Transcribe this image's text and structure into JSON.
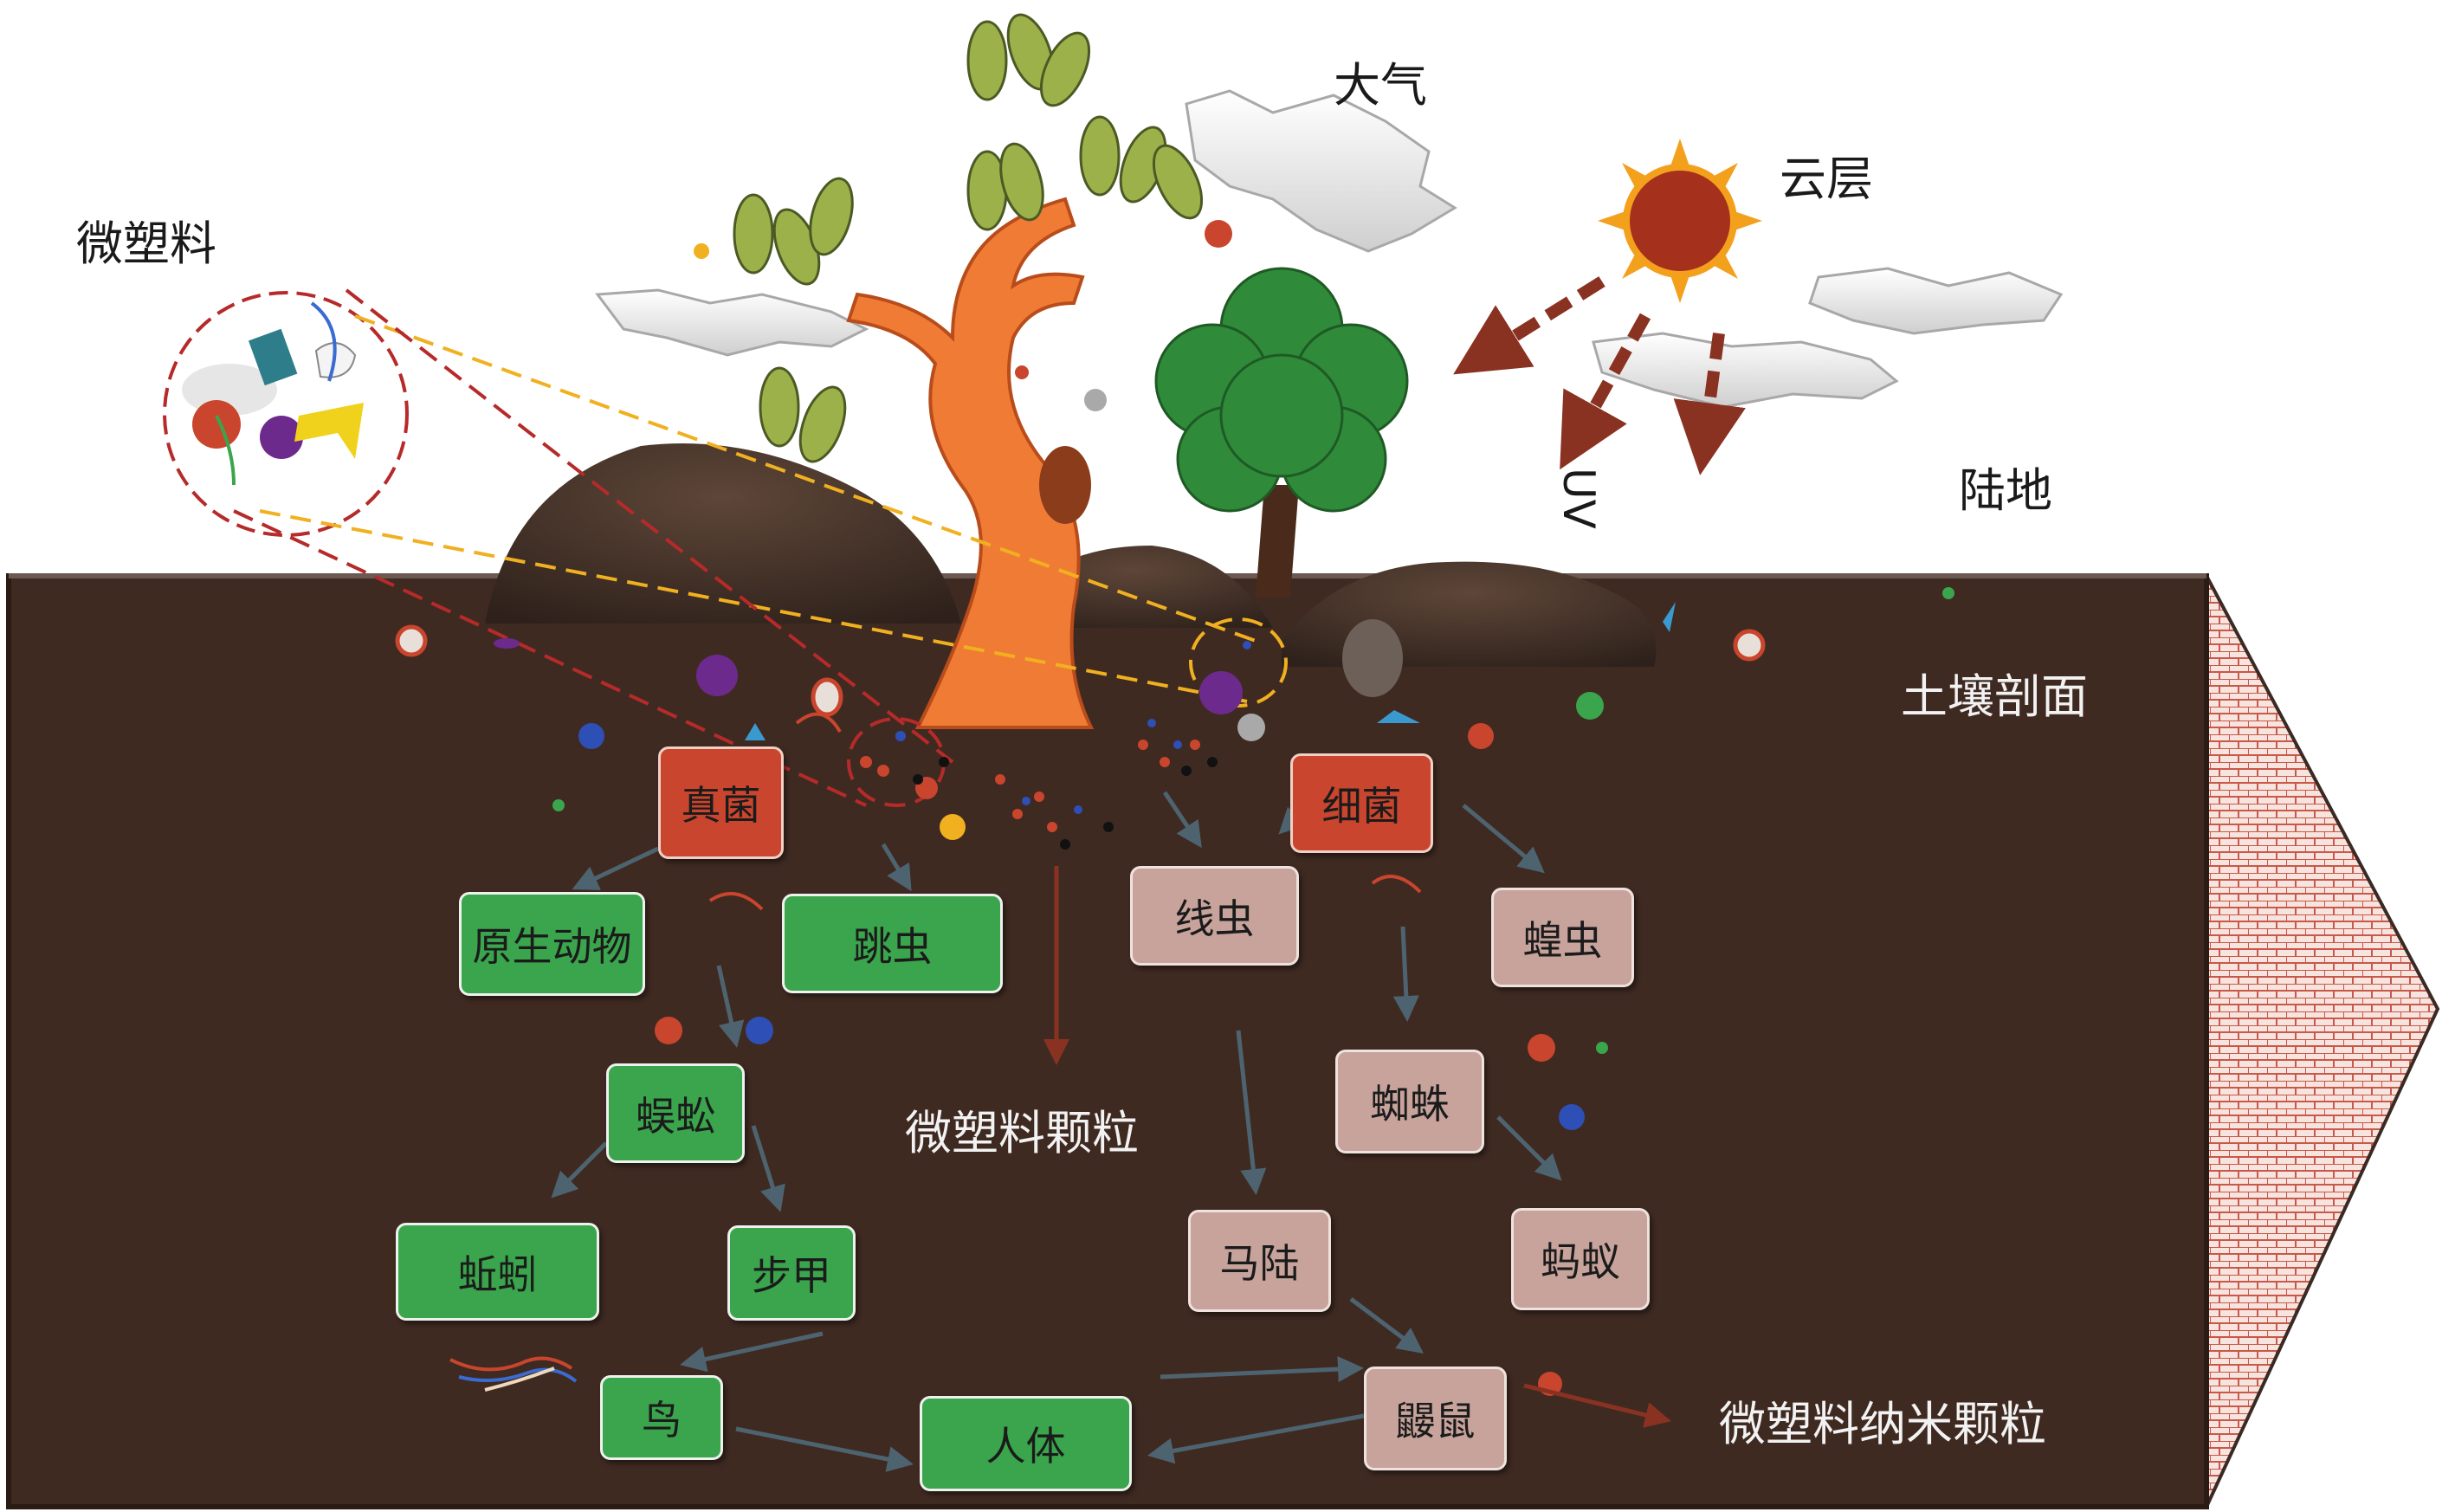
{
  "labels": {
    "atmosphere": "大气",
    "cloud_layer": "云层",
    "microplastic": "微塑料",
    "land": "陆地",
    "uv": "UV",
    "soil_profile": "土壤剖面",
    "mp_particles": "微塑料颗粒",
    "mp_nanoparticles": "微塑料纳米颗粒"
  },
  "organisms": {
    "fungi": "真菌",
    "bacteria": "细菌",
    "protozoa": "原生动物",
    "springtail": "跳虫",
    "nematode": "线虫",
    "locust": "蝗虫",
    "centipede": "蜈蚣",
    "spider": "蜘蛛",
    "earthworm": "蚯蚓",
    "carabid": "步甲",
    "millipede": "马陆",
    "ant": "蚂蚁",
    "bird": "鸟",
    "human": "人体",
    "mole": "鼹鼠"
  },
  "colors": {
    "soil": "#3f2a22",
    "green_box": "#3aa54c",
    "red_box": "#c9452d",
    "pink_box": "#c7a39c",
    "arrow": "#8a3222",
    "sun": "#a5301c",
    "tree_trunk": "#f07b35"
  }
}
